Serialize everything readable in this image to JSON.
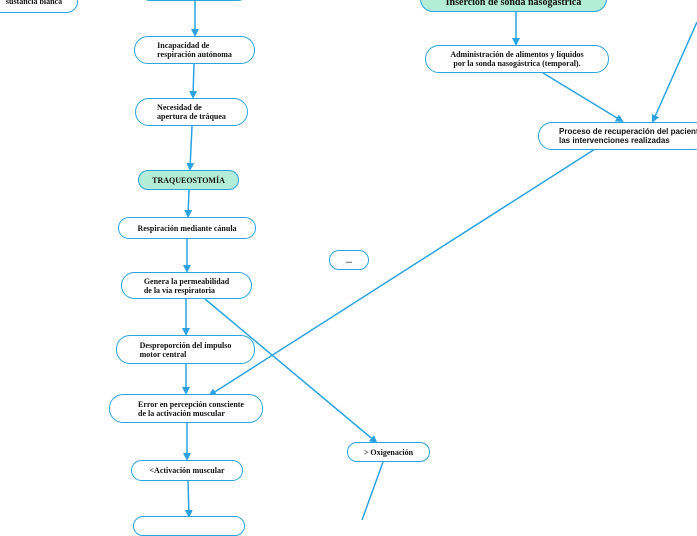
{
  "nodes": {
    "sustancia": "sustancia blanca",
    "incapacidad": "Incapacidad de\nrespiración autónoma",
    "necesidad": "Necesidad de\napertura de tráquea",
    "traqueostomia": "TRAQUEOSTOMÍA",
    "respiracion": "Respiración mediante cánula",
    "permeabilidad": "Genera la permeabilidad\nde la vía respiratoria",
    "desproporcion": "Desproporción del impulso\nmotor central",
    "error": "Error en percepción consciente\nde la activación muscular",
    "activacion": "<Activación muscular",
    "oxigenacion": "> Oxigenación",
    "ellipsis": "...",
    "sonda": "Inserción de sonda nasogástrica",
    "administracion": "Administración de alimentos y líquidos\npor la sonda nasogástrica (temporal).",
    "recuperacion": "Proceso de recuperación del paciente\nlas intervenciones realizadas"
  },
  "colors": {
    "line": "#2aa3e0",
    "highlight": "#b3ecd7"
  }
}
